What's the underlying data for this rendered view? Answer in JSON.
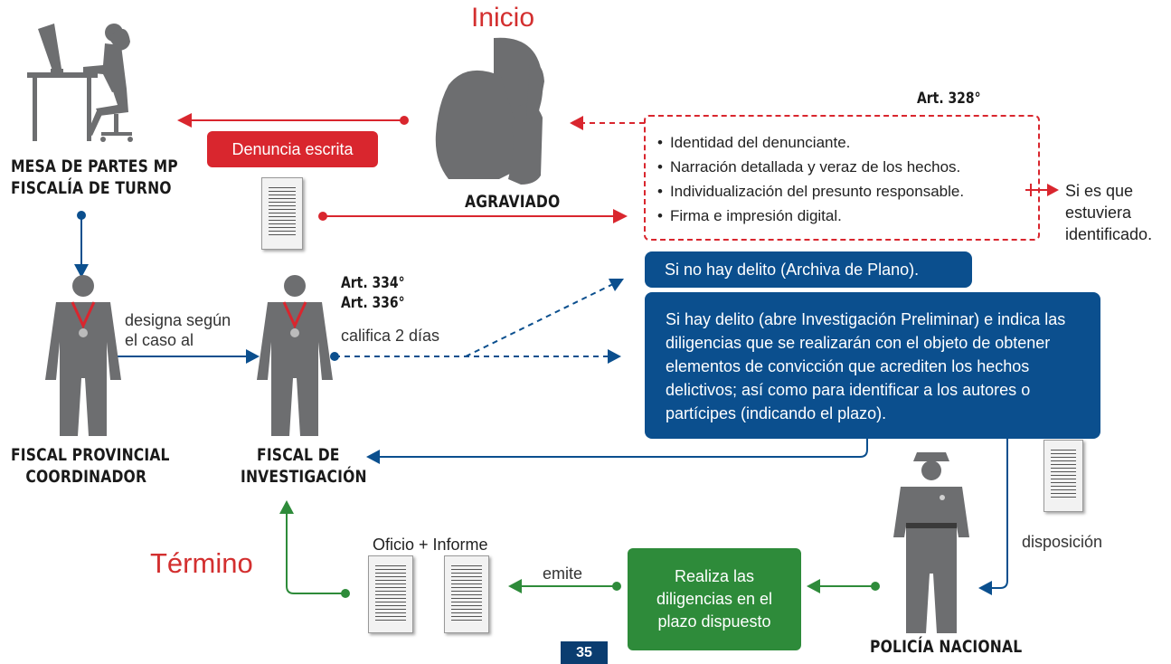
{
  "titles": {
    "inicio": "Inicio",
    "termino": "Término"
  },
  "nodes": {
    "mesa": [
      "MESA DE PARTES MP",
      "FISCALÍA DE TURNO"
    ],
    "agraviado": "AGRAVIADO",
    "fiscal_provincial": [
      "FISCAL PROVINCIAL",
      "COORDINADOR"
    ],
    "fiscal_investigacion": [
      "FISCAL DE",
      "INVESTIGACIÓN"
    ],
    "policia": "POLICÍA NACIONAL"
  },
  "denuncia": "Denuncia escrita",
  "art_328": "Art. 328°",
  "requisitos": [
    "Identidad del denunciante.",
    "Narración detallada y veraz de los hechos.",
    "Individualización del presunto responsable.",
    "Firma e impresión digital."
  ],
  "si_es_que": [
    "Si es que",
    "estuviera",
    "identificado."
  ],
  "arts": [
    "Art. 334°",
    "Art. 336°"
  ],
  "designa": [
    "designa según",
    "el caso al"
  ],
  "califica": "califica 2 días",
  "no_delito": "Si no hay delito (Archiva de Plano).",
  "si_delito": "Si hay delito (abre Investigación Preliminar) e indica las diligencias que se realizarán con el objeto de obtener elementos de convicción que acrediten los hechos delictivos; así como para identificar a los autores o partícipes (indicando el plazo).",
  "disposicion": "disposición",
  "oficio": "Oficio + Informe",
  "emite": "emite",
  "realiza": "Realiza las diligencias en el plazo dispuesto",
  "page_number": "35",
  "colors": {
    "red": "#d9262e",
    "blue": "#0b4f8e",
    "green": "#2e8b3a",
    "gray": "#6d6e70"
  }
}
